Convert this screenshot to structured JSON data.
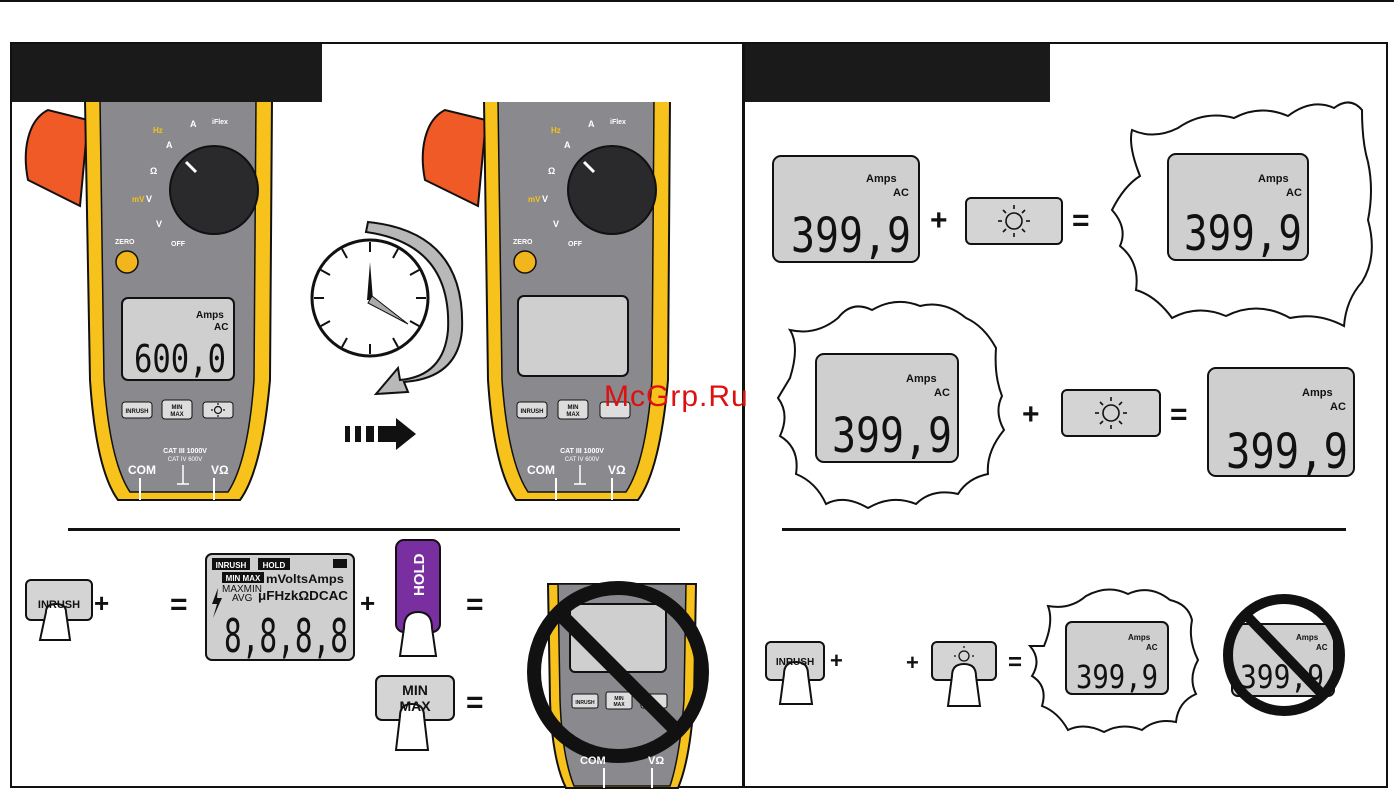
{
  "watermark": "McGrp.Ru",
  "meter": {
    "dial": {
      "hz": "Hz",
      "a_ac": "A",
      "a_dc": "A",
      "iflex": "iFlex",
      "ohm": "Ω",
      "mv": "mV",
      "v_dc": "V",
      "v_ac": "V",
      "off": "OFF",
      "zero": "ZERO"
    },
    "display": {
      "unit": "Amps",
      "mode": "AC",
      "reading": "600,0"
    },
    "buttons": {
      "inrush": "INRUSH",
      "min": "MIN",
      "max": "MAX"
    },
    "jacks": {
      "cat": "CAT III 1000V",
      "cat2": "CAT IV 600V",
      "com": "COM",
      "vohm": "VΩ"
    }
  },
  "lcd": {
    "unit": "Amps",
    "mode": "AC",
    "reading": "399,9"
  },
  "segment_test": {
    "inrush": "INRUSH",
    "hold": "HOLD",
    "minmax": "MIN MAX",
    "maxmin": "MAXMIN",
    "avg": "AVG",
    "units1": "mVoltsAmps",
    "units2": "μFHzkΩDCAC",
    "digits": "8,8,8,8"
  },
  "keys": {
    "inrush": "INRUSH",
    "hold": "HOLD",
    "min": "MIN",
    "max": "MAX"
  },
  "ops": {
    "plus": "+",
    "equals": "="
  },
  "colors": {
    "meter_body": "#f6c21b",
    "faceplate": "#8a8a8e",
    "lcd": "#cfcfcf",
    "clamp": "#ef5a26",
    "zero_button": "#f2b61c",
    "hold_key": "#7a2fa0"
  }
}
